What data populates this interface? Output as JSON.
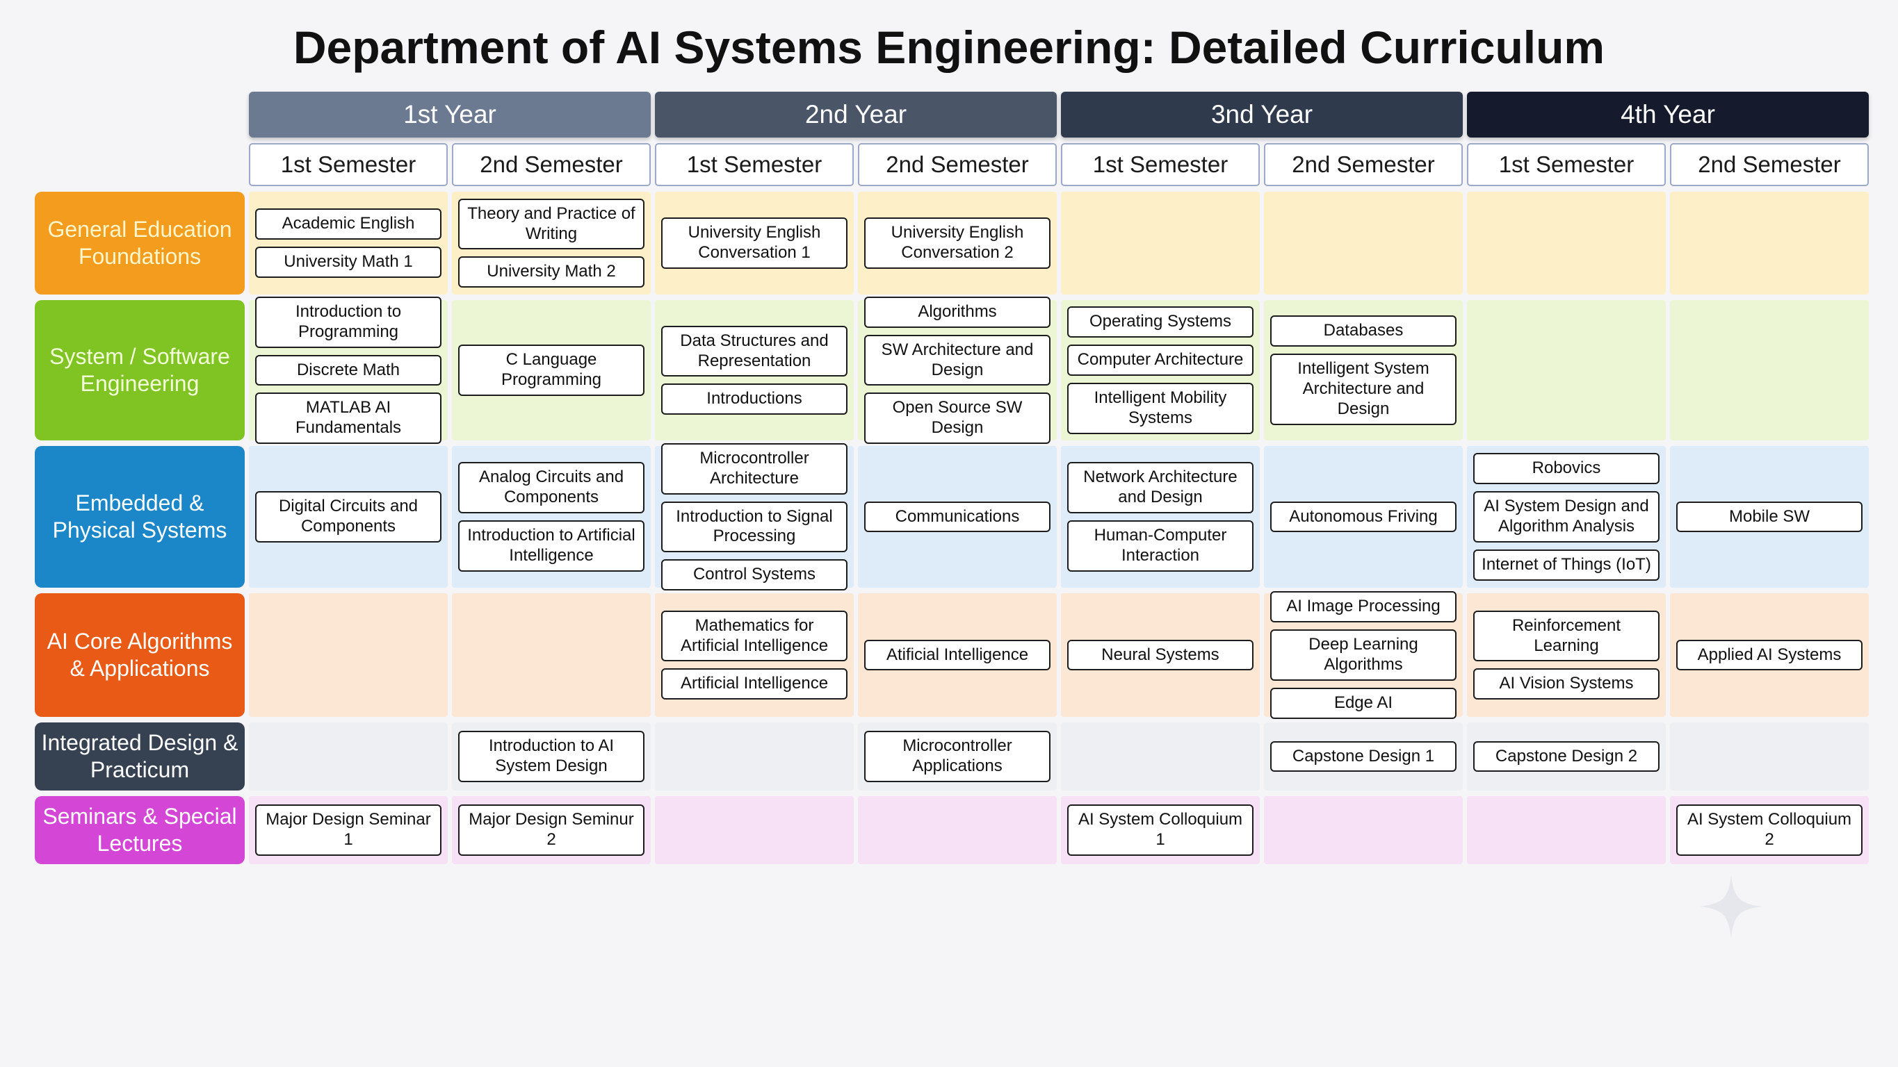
{
  "title": "Department of AI Systems Engineering: Detailed Curriculum",
  "years": [
    {
      "label": "1st Year",
      "color": "#6b7a90"
    },
    {
      "label": "2nd Year",
      "color": "#4a5568"
    },
    {
      "label": "3nd Year",
      "color": "#2f3a4c"
    },
    {
      "label": "4th Year",
      "color": "#151b2c"
    }
  ],
  "semesters": [
    "1st Semester",
    "2nd Semester",
    "1st Semester",
    "2nd Semester",
    "1st Semester",
    "2nd Semester",
    "1st Semester",
    "2nd Semester"
  ],
  "categories": [
    {
      "label": "General Education Foundations",
      "color": "#f39c1d",
      "text_color": "#fff6cc",
      "bg": "#fdf0c8",
      "cells": [
        [
          "Academic English",
          "University Math 1"
        ],
        [
          "Theory and Practice of Writing",
          "University Math 2"
        ],
        [
          "University English Conversation 1"
        ],
        [
          "University English Conversation 2"
        ],
        [],
        [],
        [],
        []
      ]
    },
    {
      "label": "System / Software Engineering",
      "color": "#7fc423",
      "text_color": "#f2ffd8",
      "bg": "#ecf6d4",
      "cells": [
        [
          "Introduction to Programming",
          "Discrete Math",
          "MATLAB AI Fundamentals"
        ],
        [
          "C Language Programming"
        ],
        [
          "Data Structures and Representation",
          "Introductions"
        ],
        [
          "Algorithms",
          "SW Architecture and Design",
          "Open Source SW Design"
        ],
        [
          "Operating Systems",
          "Computer Architecture",
          "Intelligent Mobility Systems"
        ],
        [
          "Databases",
          "Intelligent System Architecture and Design"
        ],
        [],
        []
      ]
    },
    {
      "label": "Embedded & Physical Systems",
      "color": "#1b87c9",
      "text_color": "#ffffff",
      "bg": "#deebf8",
      "cells": [
        [
          "Digital Circuits and Components"
        ],
        [
          "Analog Circuits and Components",
          "Introduction to Artificial Intelligence"
        ],
        [
          "Microcontroller Architecture",
          "Introduction to Signal Processing",
          "Control Systems"
        ],
        [
          "Communications"
        ],
        [
          "Network Architecture and Design",
          "Human-Computer Interaction"
        ],
        [
          "Autonomous Friving"
        ],
        [
          "Robovics",
          "AI System Design and Algorithm Analysis",
          "Internet of Things (IoT)"
        ],
        [
          "Mobile SW"
        ]
      ]
    },
    {
      "label": "AI Core Algorithms & Applications",
      "color": "#e85a16",
      "text_color": "#ffffff",
      "bg": "#fce7d4",
      "cells": [
        [],
        [],
        [
          "Mathematics for Artificial Intelligence",
          "Artificial Intelligence"
        ],
        [
          "Atificial Intelligence"
        ],
        [
          "Neural Systems"
        ],
        [
          "AI Image Processing",
          "Deep Learning Algorithms",
          "Edge AI"
        ],
        [
          "Reinforcement Learning",
          "AI Vision Systems"
        ],
        [
          "Applied AI Systems"
        ]
      ]
    },
    {
      "label": "Integrated Design & Practicum",
      "color": "#364152",
      "text_color": "#ffffff",
      "bg": "#eeeff3",
      "cells": [
        [],
        [
          "Introduction to AI System Design"
        ],
        [],
        [
          "Microcontroller Applications"
        ],
        [],
        [
          "Capstone Design 1"
        ],
        [
          "Capstone Design 2"
        ],
        []
      ]
    },
    {
      "label": "Seminars & Special Lectures",
      "color": "#d447d6",
      "text_color": "#ffffff",
      "bg": "#f7e1f7",
      "cells": [
        [
          "Major Design Seminar 1"
        ],
        [
          "Major Design Seminur 2"
        ],
        [],
        [],
        [
          "AI System Colloquium 1"
        ],
        [],
        [],
        [
          "AI System Colloquium 2"
        ]
      ]
    }
  ]
}
